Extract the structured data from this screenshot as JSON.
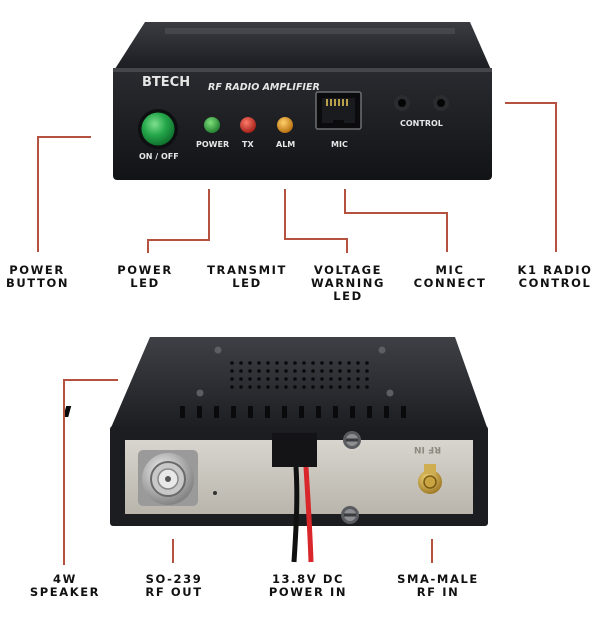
{
  "device": {
    "brand": "BTECH",
    "model": "RF RADIO AMPLIFIER",
    "panel_labels": {
      "on_off": "ON / OFF",
      "power": "POWER",
      "tx": "TX",
      "alm": "ALM",
      "mic": "MIC",
      "control": "CONTROL"
    },
    "rear_port": "RF IN",
    "led_colors": {
      "power": "#2fa845",
      "tx": "#d52a1f",
      "alm": "#e79a1c",
      "button": "#24a64a"
    }
  },
  "top_callouts": {
    "power_button": "POWER\nBUTTON",
    "power_led": "POWER\nLED",
    "transmit_led": "TRANSMIT\nLED",
    "voltage_warning_led": "VOLTAGE\nWARNING\nLED",
    "mic_connect": "MIC\nCONNECT",
    "k1_radio_control": "K1 RADIO\nCONTROL"
  },
  "bottom_callouts": {
    "speaker": "4W\nSPEAKER",
    "so239": "SO-239\nRF OUT",
    "dc_power": "13.8V DC\nPOWER IN",
    "sma_male": "SMA-MALE\nRF IN"
  },
  "colors": {
    "callout_line": "#b5523f",
    "case": "#1f2024",
    "rear_plate": "#c9c5bd"
  }
}
